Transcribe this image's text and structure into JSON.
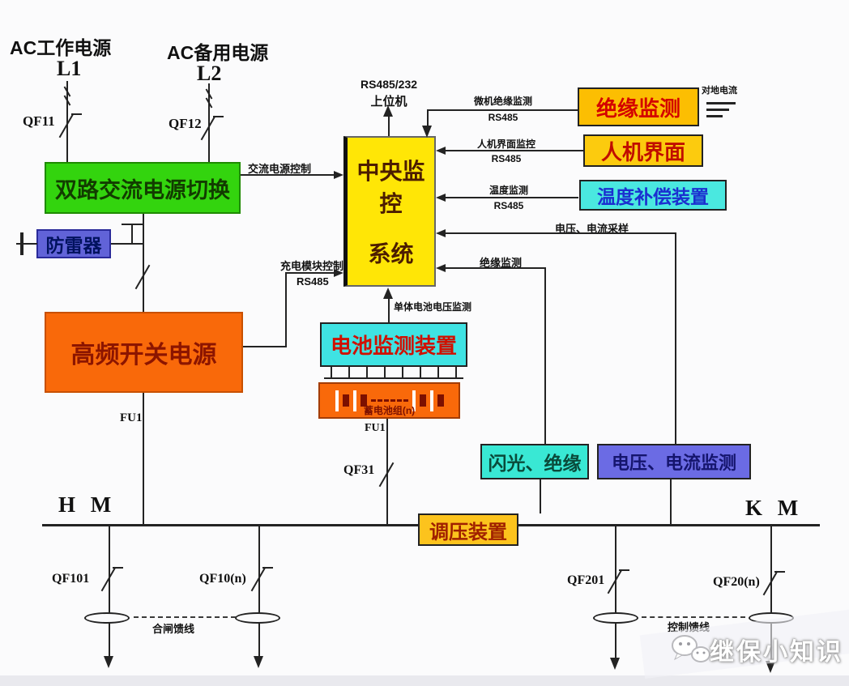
{
  "labels": {
    "ac_work": "AC工作电源",
    "l1": "L1",
    "ac_backup": "AC备用电源",
    "l2": "L2",
    "qf11": "QF11",
    "qf12": "QF12",
    "ats": "双路交流电源切换",
    "arrester": "防雷器",
    "rectifier": "高频开关电源",
    "monitor_line1": "中央监控",
    "monitor_line2": "系统",
    "host_line1": "RS485/232",
    "host_line2": "上位机",
    "ac_ctrl": "交流电源控制",
    "charge_ctrl": "充电模块控制",
    "charge_ctrl_bus": "RS485",
    "ins_link": "微机绝缘监测",
    "ins_link_bus": "RS485",
    "insulation": "绝缘监测",
    "ground_current": "对地电流",
    "hmi_link": "人机界面监控",
    "hmi_link_bus": "RS485",
    "hmi": "人机界面",
    "temp_link": "温度监测",
    "temp_link_bus": "RS485",
    "temp": "温度补偿装置",
    "vi_sample": "电压、电流采样",
    "ins_mon": "绝缘监测",
    "cell_mon": "单体电池电压监测",
    "battery_monitor": "电池监测装置",
    "battery_bank": "蓄电池组(n)",
    "fu1_top": "FU1",
    "fu1_mid": "FU1",
    "qf31": "QF31",
    "flash": "闪光、绝缘",
    "vi_monitor": "电压、电流监测",
    "regulator": "调压装置",
    "bus_left": "H M",
    "bus_right": "K M",
    "qf101": "QF101",
    "qf10n": "QF10(n)",
    "closing_feeder": "合闸馈线",
    "qf201": "QF201",
    "qf20n": "QF20(n)",
    "control_feeder": "控制馈线",
    "watermark": "继保小知识"
  },
  "colors": {
    "ats": "#33d40e",
    "arrester": "#6163d8",
    "rectifier": "#f9690a",
    "monitor": "#ffe606",
    "insulation": "#fcbe02",
    "hmi": "#fccb0e",
    "temp": "#4ae8e0",
    "battery_monitor": "#3fe3e3",
    "battery_bank": "#f9690a",
    "flash": "#39e8d4",
    "vi_monitor": "#6b6be4",
    "regulator": "#fcc31d"
  }
}
